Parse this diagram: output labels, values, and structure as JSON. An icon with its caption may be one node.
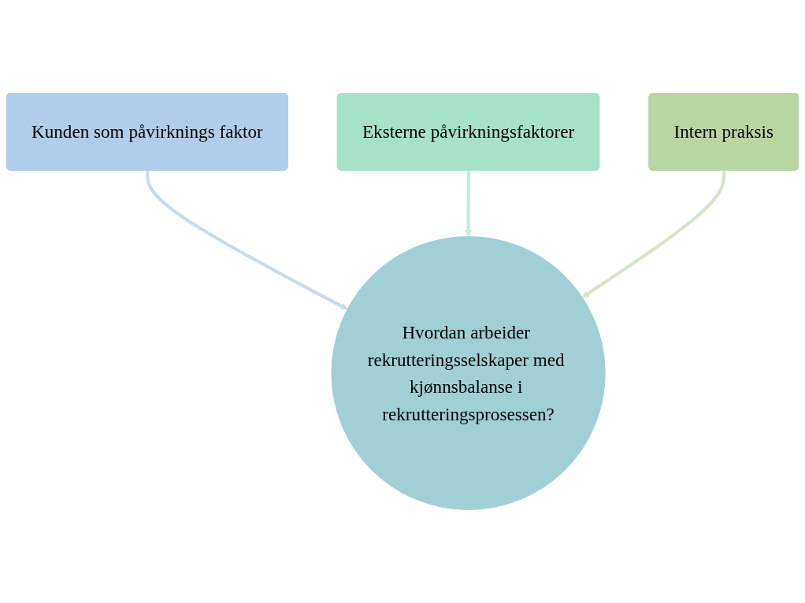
{
  "diagram": {
    "nodes": [
      {
        "text": [
          "Kunden som påvirknings faktor"
        ]
      },
      {
        "text": [
          "Eksterne påvirkningsfaktorer"
        ]
      },
      {
        "text": [
          "Intern praksis"
        ]
      },
      {
        "text": [
          "Hvordan arbeider rekrutteringsselskaper med kjønnsbalanse i rekrutteringsprosessen?"
        ]
      }
    ],
    "edges": [
      {
        "from": 0,
        "to": 3,
        "arrow": "to",
        "color": "#c5dbef"
      },
      {
        "from": 1,
        "to": 3,
        "arrow": "to",
        "color": "#c5ebdc"
      },
      {
        "from": 2,
        "to": 3,
        "arrow": "to",
        "color": "#d5e4c6"
      }
    ]
  }
}
